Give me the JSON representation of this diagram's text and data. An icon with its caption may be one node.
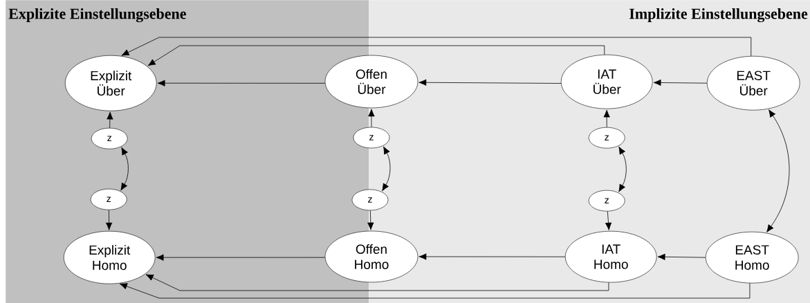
{
  "diagram": {
    "nodes": [
      {
        "text": [
          "Explizite Einstellungsebene"
        ]
      },
      {
        "text": [
          "Implizite Einstellungsebene"
        ]
      },
      {
        "text": [
          "Explizit Über"
        ],
        "in": 0
      },
      {
        "text": [
          "Offen Über"
        ]
      },
      {
        "text": [
          "IAT Über"
        ],
        "in": 1
      },
      {
        "text": [
          "EAST Über"
        ],
        "in": 1
      },
      {
        "text": [
          "z"
        ],
        "in": 0
      },
      {
        "text": [
          "z"
        ]
      },
      {
        "text": [
          "z"
        ],
        "in": 1
      },
      {
        "text": [
          "z"
        ],
        "in": 0
      },
      {
        "text": [
          "z"
        ]
      },
      {
        "text": [
          "z"
        ],
        "in": 1
      },
      {
        "text": [
          "Explizit Homo"
        ],
        "in": 0
      },
      {
        "text": [
          "Offen Homo"
        ]
      },
      {
        "text": [
          "IAT Homo"
        ],
        "in": 1
      },
      {
        "text": [
          "EAST Homo"
        ],
        "in": 1
      }
    ],
    "edges": [
      {
        "from": 3,
        "to": 2,
        "arrow": "to"
      },
      {
        "from": 4,
        "to": 2,
        "arrow": "to"
      },
      {
        "from": 5,
        "to": 2,
        "arrow": "to"
      },
      {
        "from": 4,
        "to": 3,
        "arrow": "to"
      },
      {
        "from": 5,
        "to": 4,
        "arrow": "to"
      },
      {
        "from": 6,
        "to": 2,
        "arrow": "to"
      },
      {
        "from": 7,
        "to": 3,
        "arrow": "to"
      },
      {
        "from": 8,
        "to": 4,
        "arrow": "to"
      },
      {
        "from": 6,
        "to": 9,
        "arrow": "both"
      },
      {
        "from": 7,
        "to": 10,
        "arrow": "both"
      },
      {
        "from": 8,
        "to": 11,
        "arrow": "both"
      },
      {
        "from": 5,
        "to": 15,
        "arrow": "both"
      },
      {
        "from": 9,
        "to": 12,
        "arrow": "to"
      },
      {
        "from": 10,
        "to": 13,
        "arrow": "to"
      },
      {
        "from": 11,
        "to": 14,
        "arrow": "to"
      },
      {
        "from": 13,
        "to": 12,
        "arrow": "to"
      },
      {
        "from": 14,
        "to": 12,
        "arrow": "to"
      },
      {
        "from": 15,
        "to": 12,
        "arrow": "to"
      },
      {
        "from": 14,
        "to": 13,
        "arrow": "to"
      },
      {
        "from": 15,
        "to": 14,
        "arrow": "to"
      }
    ]
  }
}
